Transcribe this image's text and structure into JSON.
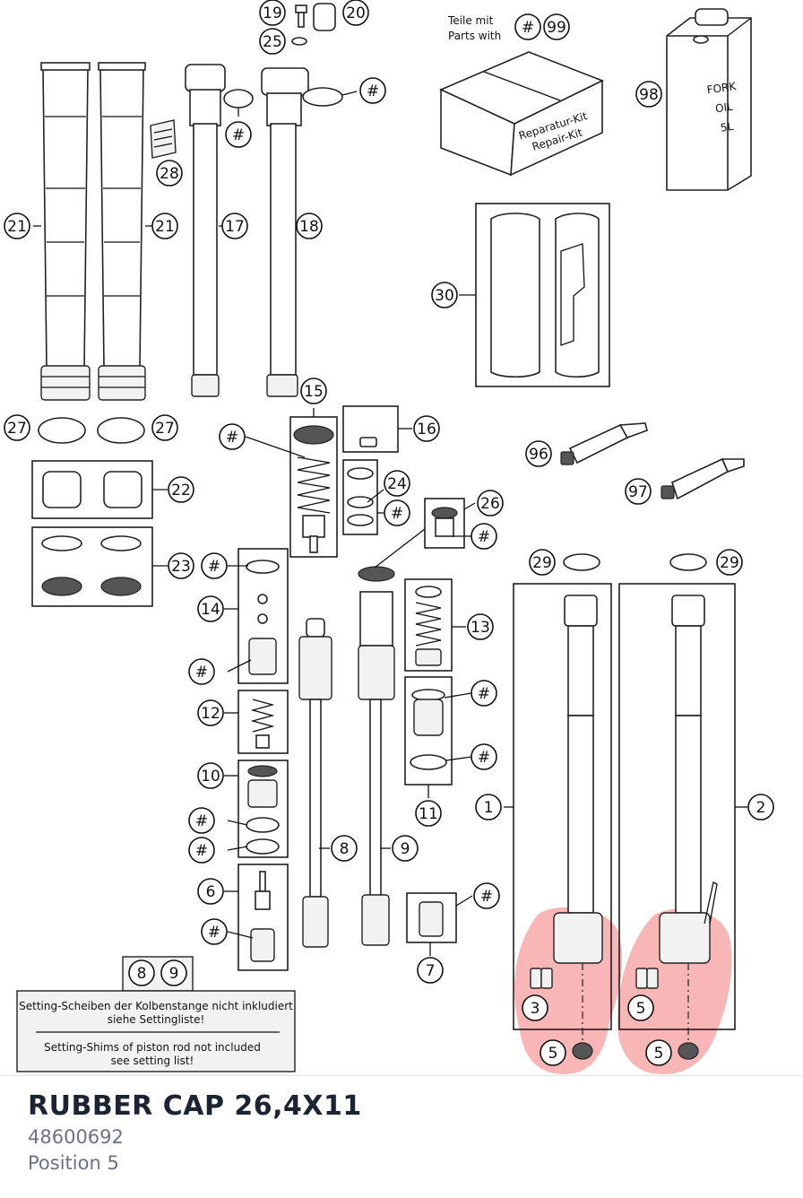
{
  "diagram": {
    "callouts": [
      "19",
      "20",
      "25",
      "#",
      "21",
      "17",
      "18",
      "28",
      "27",
      "15",
      "16",
      "22",
      "23",
      "24",
      "26",
      "14",
      "12",
      "10",
      "6",
      "8",
      "9",
      "13",
      "11",
      "7",
      "1",
      "2",
      "3",
      "5",
      "29",
      "30",
      "96",
      "97",
      "98",
      "99"
    ],
    "kit_label_de": "Teile mit",
    "kit_label_en": "Parts with",
    "kit_box_line1": "Reparatur-Kit",
    "kit_box_line2": "Repair-Kit",
    "oil_can": "FORK OIL 5L",
    "note_de_1": "Setting-Scheiben der Kolbenstange nicht inkludiert",
    "note_de_2": "siehe Settingliste!",
    "note_en_1": "Setting-Shims of piston rod not included",
    "note_en_2": "see setting list!",
    "note_refs": [
      "8",
      "9"
    ],
    "highlight_color": "#f47a7a"
  },
  "detail": {
    "name": "RUBBER CAP 26,4X11",
    "number": "48600692",
    "position": "Position 5"
  }
}
